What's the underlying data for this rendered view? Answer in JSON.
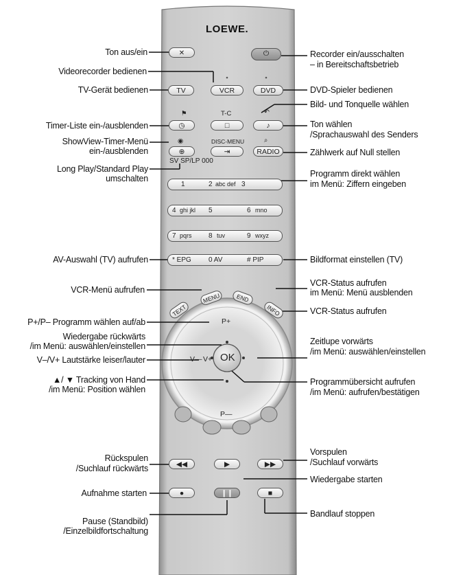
{
  "brand": "LOEWE.",
  "labels_left": {
    "mute": "Ton aus/ein",
    "vcr_operate": "Videorecorder bedienen",
    "tv_operate": "TV-Gerät bedienen",
    "timer_list": "Timer-Liste ein-/ausblenden",
    "showview_1": "ShowView-Timer-Menü",
    "showview_2": "ein-/ausblenden",
    "longplay_1": "Long Play/Standard Play",
    "longplay_2": "umschalten",
    "av_select": "AV-Auswahl (TV) aufrufen",
    "vcr_menu": "VCR-Menü aufrufen",
    "prog_updown": "P+/P– Programm wählen auf/ab",
    "rewind_play_1": "Wiedergabe rückwärts",
    "rewind_play_2": "/im Menü: auswählen/einstellen",
    "volume": "V–/V+ Lautstärke leiser/lauter",
    "tracking_1": "▲/ ▼ Tracking von Hand",
    "tracking_2": "/im Menü: Position wählen",
    "rewind_1": "Rückspulen",
    "rewind_2": "/Suchlauf rückwärts",
    "record": "Aufnahme starten",
    "pause_1": "Pause (Standbild)",
    "pause_2": "/Einzelbildfortschaltung"
  },
  "labels_right": {
    "recorder_1": "Recorder ein/ausschalten",
    "recorder_2": "– in Bereitschaftsbetrieb",
    "dvd_operate": "DVD-Spieler bedienen",
    "source_select": "Bild- und Tonquelle wählen",
    "sound_1": "Ton wählen",
    "sound_2": "/Sprachauswahl des Senders",
    "counter_reset": "Zählwerk auf Null stellen",
    "prog_direct_1": "Programm direkt wählen",
    "prog_direct_2": "im Menü: Ziffern eingeben",
    "picture_format": "Bildformat einstellen (TV)",
    "vcr_status_1": "VCR-Status aufrufen",
    "vcr_status_2": "im Menü: Menü ausblenden",
    "vcr_status_info": "VCR-Status aufrufen",
    "slowmo_1": "Zeitlupe vorwärts",
    "slowmo_2": "/im Menü: auswählen/einstellen",
    "prog_overview_1": "Programmübersicht aufrufen",
    "prog_overview_2": "/im Menü: aufrufen/bestätigen",
    "ffwd_1": "Vorspulen",
    "ffwd_2": "/Suchlauf vorwärts",
    "play_start": "Wiedergabe starten",
    "stop": "Bandlauf stoppen"
  },
  "buttons": {
    "tv": "TV",
    "vcr": "VCR",
    "dvd": "DVD",
    "tc": "T-C",
    "radio": "RADIO",
    "disc_menu": "DISC-MENU",
    "sv_row": "SV SP/LP 000",
    "text": "TEXT",
    "menu": "MENU",
    "end": "END",
    "info": "INFO",
    "p_plus": "P+",
    "p_minus": "P—",
    "v_minus": "V—",
    "v_plus": "V+",
    "ok": "OK"
  },
  "keypad": [
    {
      "left": "1",
      "mid": "2",
      "mid_sub": "abc def",
      "right": "3",
      "right_sub": ""
    },
    {
      "left": "4",
      "left_sub": "ghi jkl",
      "mid": "5",
      "mid_sub": "",
      "right": "6",
      "right_sub": "mno"
    },
    {
      "left": "7",
      "left_sub": "pqrs",
      "mid": "8",
      "mid_sub": "tuv",
      "right": "9",
      "right_sub": "wxyz"
    },
    {
      "left": "* EPG",
      "mid": "0 AV",
      "mid_sub": "",
      "right": "# PIP",
      "right_sub": ""
    }
  ],
  "colors": {
    "remote_body": "#c8c8c8",
    "remote_edge": "#8a8a8a",
    "power_button": "#9a9a9a",
    "line": "#111111"
  },
  "icons": [
    "mute-icon",
    "power-icon",
    "timer-icon",
    "teletext-icon",
    "sound-icon",
    "showview-icon",
    "disc-menu-icon",
    "rewind-icon",
    "play-icon",
    "ffwd-icon",
    "record-icon",
    "pause-icon",
    "stop-icon"
  ]
}
